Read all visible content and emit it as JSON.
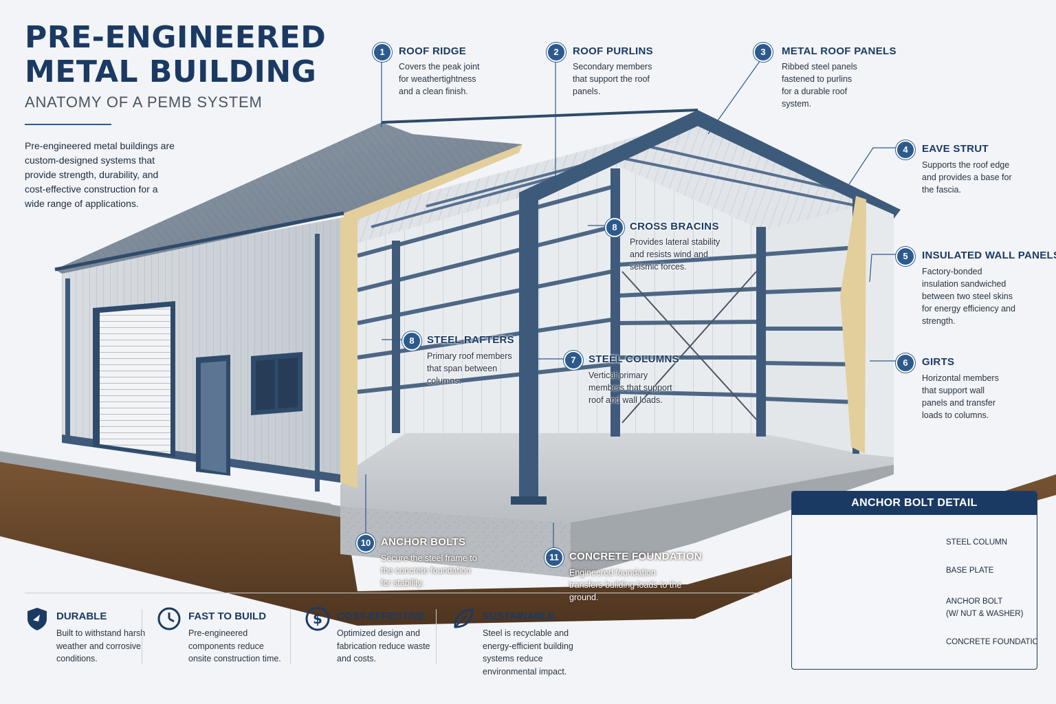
{
  "header": {
    "title_line1": "PRE-ENGINEERED",
    "title_line2": "METAL BUILDING",
    "subtitle": "ANATOMY OF A PEMB SYSTEM",
    "intro": "Pre-engineered metal buildings are custom-designed systems that provide strength, durability, and cost-effective construction for a wide range of applications."
  },
  "callouts": [
    {
      "num": "1",
      "title": "ROOF RIDGE",
      "desc": "Covers the peak joint for weathertightness and a clean finish."
    },
    {
      "num": "2",
      "title": "ROOF PURLINS",
      "desc": "Secondary members that support the roof panels."
    },
    {
      "num": "3",
      "title": "METAL ROOF PANELS",
      "desc": "Ribbed steel panels fastened to purlins for a durable roof system."
    },
    {
      "num": "4",
      "title": "EAVE STRUT",
      "desc": "Supports the roof edge and provides a base for the fascia."
    },
    {
      "num": "5",
      "title": "INSULATED WALL PANELS",
      "desc": "Factory-bonded insulation sandwiched between two steel skins for energy efficiency and strength."
    },
    {
      "num": "6",
      "title": "GIRTS",
      "desc": "Horizontal members that support wall panels and transfer loads to columns."
    },
    {
      "num": "7",
      "title": "STEEL COLUMNS",
      "desc": "Vertical primary members that support roof and wall loads."
    },
    {
      "num": "8",
      "title": "STEEL RAFTERS",
      "desc": "Primary roof members that span between columns."
    },
    {
      "num": "8",
      "title": "CROSS BRACINS",
      "desc": "Provides lateral stability and resists wind and seismic forces."
    },
    {
      "num": "10",
      "title": "ANCHOR BOLTS",
      "desc": "Secure the steel frame to the concrete foundation for stability."
    },
    {
      "num": "11",
      "title": "CONCRETE FOUNDATION",
      "desc": "Engineered foundation transfers building loads to the ground."
    }
  ],
  "features": [
    {
      "title": "DURABLE",
      "desc": "Built to withstand harsh weather and corrosive conditions.",
      "icon": "shield-icon"
    },
    {
      "title": "FAST TO BUILD",
      "desc": "Pre-engineered components reduce onsite construction time.",
      "icon": "clock-icon"
    },
    {
      "title": "COST-EFFECTIVE",
      "desc": "Optimized design and fabrication reduce waste and costs.",
      "icon": "dollar-icon"
    },
    {
      "title": "SUSTAINABLE",
      "desc": "Steel is recyclable and energy-efficient building systems reduce environmental impact.",
      "icon": "leaf-icon"
    }
  ],
  "anchor_detail": {
    "title": "ANCHOR BOLT DETAIL",
    "labels": [
      "STEEL COLUMN",
      "BASE PLATE",
      "ANCHOR BOLT",
      "(W/ NUT & WASHER)",
      "CONCRETE FOUNDATION"
    ]
  },
  "colors": {
    "navy": "#1b3a63",
    "steel_blue": "#3d5a7a",
    "insulation": "#e3cf9c",
    "soil": "#6b4a2b"
  }
}
